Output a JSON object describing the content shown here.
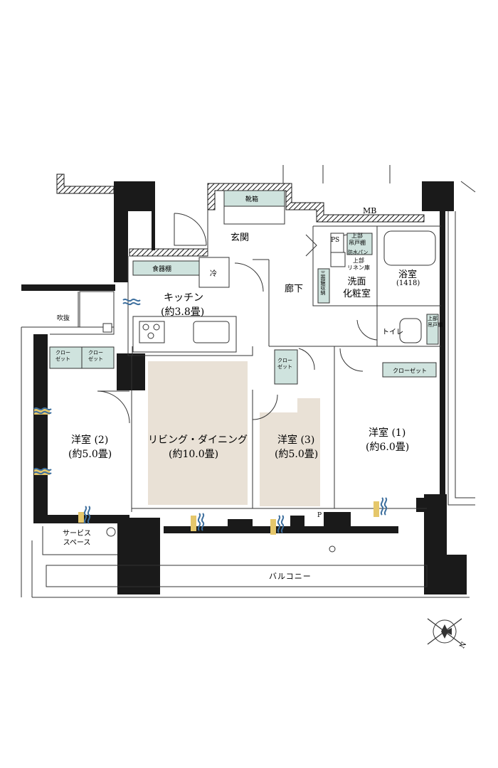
{
  "rooms": {
    "mb": "MB",
    "genkan": "玄関",
    "getabako": "靴箱",
    "shokkidana": "食器棚",
    "rei": "冷",
    "kitchen_name": "キッチン",
    "kitchen_size": "(約3.8畳)",
    "rouka": "廊下",
    "ps": "PS",
    "jobu_todana": "上部\n吊戸棚",
    "bousui_pan": "防水パン",
    "jobu_linen": "上部\nリネン庫",
    "senmen_kesho": "洗面\n化粧室",
    "yokushitsu_name": "浴室",
    "yokushitsu_size": "(1418)",
    "toilet": "トイレ",
    "jobu_todana_toilet": "上部\n吊戸棚",
    "sanmen_kyouzou": "三面鏡収納",
    "fukinuke": "吹抜",
    "closet": "クロー\nゼット",
    "closet_wide": "クローゼット",
    "youshitsu2_name": "洋室 (2)",
    "youshitsu2_size": "(約5.0畳)",
    "living_name": "リビング・ダイニング",
    "living_size": "(約10.0畳)",
    "youshitsu3_name": "洋室 (3)",
    "youshitsu3_size": "(約5.0畳)",
    "youshitsu1_name": "洋室 (1)",
    "youshitsu1_size": "(約6.0畳)",
    "service_space": "サービス\nスペース",
    "p": "P",
    "balcony": "バルコニー",
    "north": "N"
  },
  "colors": {
    "wall": "#1a1a1a",
    "storage": "#cfe3de",
    "highlight_floor": "#e9e1d6",
    "airflow_blue": "#3d6f9e",
    "airflow_yellow": "#e5c76b"
  }
}
